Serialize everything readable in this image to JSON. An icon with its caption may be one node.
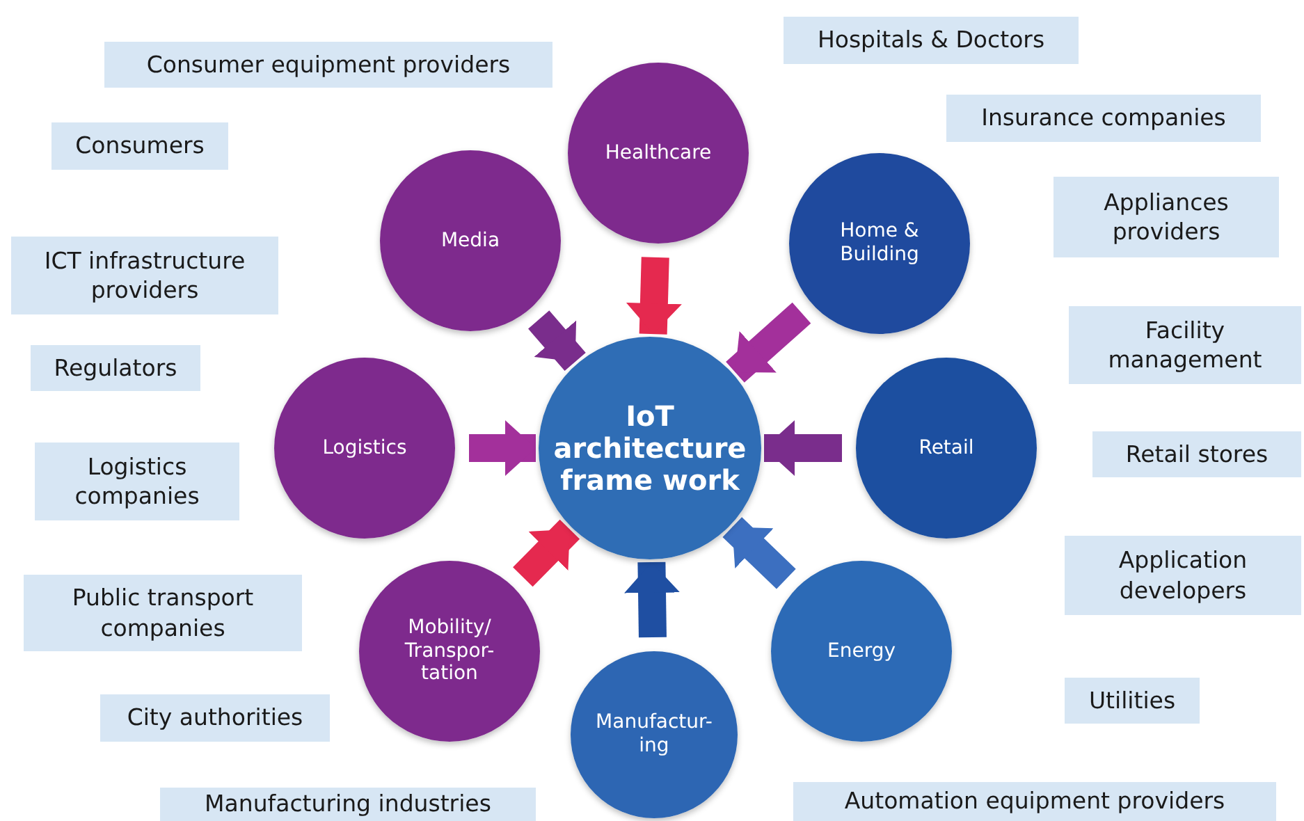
{
  "diagram": {
    "nodes": [
      {
        "text": [
          "IoT architecture frame work"
        ]
      },
      {
        "text": [
          "Healthcare"
        ]
      },
      {
        "text": [
          "Media"
        ]
      },
      {
        "text": [
          "Home & Building"
        ]
      },
      {
        "text": [
          "Logistics"
        ]
      },
      {
        "text": [
          "Retail"
        ]
      },
      {
        "text": [
          "Mobility/ Transpor- tation"
        ]
      },
      {
        "text": [
          "Energy"
        ]
      },
      {
        "text": [
          "Manufactur- ing"
        ]
      },
      {
        "text": [
          "Hospitals & Doctors"
        ]
      },
      {
        "text": [
          "Consumer equipment providers"
        ]
      },
      {
        "text": [
          "Insurance companies"
        ]
      },
      {
        "text": [
          "Consumers"
        ]
      },
      {
        "text": [
          "Appliances providers"
        ]
      },
      {
        "text": [
          "ICT infrastructure providers"
        ]
      },
      {
        "text": [
          "Facility management"
        ]
      },
      {
        "text": [
          "Regulators"
        ]
      },
      {
        "text": [
          "Retail stores"
        ]
      },
      {
        "text": [
          "Logistics companies"
        ]
      },
      {
        "text": [
          "Application developers"
        ]
      },
      {
        "text": [
          "Public transport companies"
        ]
      },
      {
        "text": [
          "Utilities"
        ]
      },
      {
        "text": [
          "City authorities"
        ]
      },
      {
        "text": [
          "Automation equipment providers"
        ]
      },
      {
        "text": [
          "Manufacturing industries"
        ]
      }
    ],
    "edges": [
      {
        "from": 1,
        "to": 0,
        "arrow": "to",
        "color": "#e5294f"
      },
      {
        "from": 2,
        "to": 0,
        "arrow": "to",
        "color": "#7a2d8c"
      },
      {
        "from": 3,
        "to": 0,
        "arrow": "to",
        "color": "#a3309b"
      },
      {
        "from": 4,
        "to": 0,
        "arrow": "to",
        "color": "#a3309b"
      },
      {
        "from": 5,
        "to": 0,
        "arrow": "to",
        "color": "#7a2d8c"
      },
      {
        "from": 6,
        "to": 0,
        "arrow": "to",
        "color": "#e5294f"
      },
      {
        "from": 7,
        "to": 0,
        "arrow": "to",
        "color": "#3c6fc0"
      },
      {
        "from": 8,
        "to": 0,
        "arrow": "to",
        "color": "#1f4fa2"
      }
    ]
  }
}
